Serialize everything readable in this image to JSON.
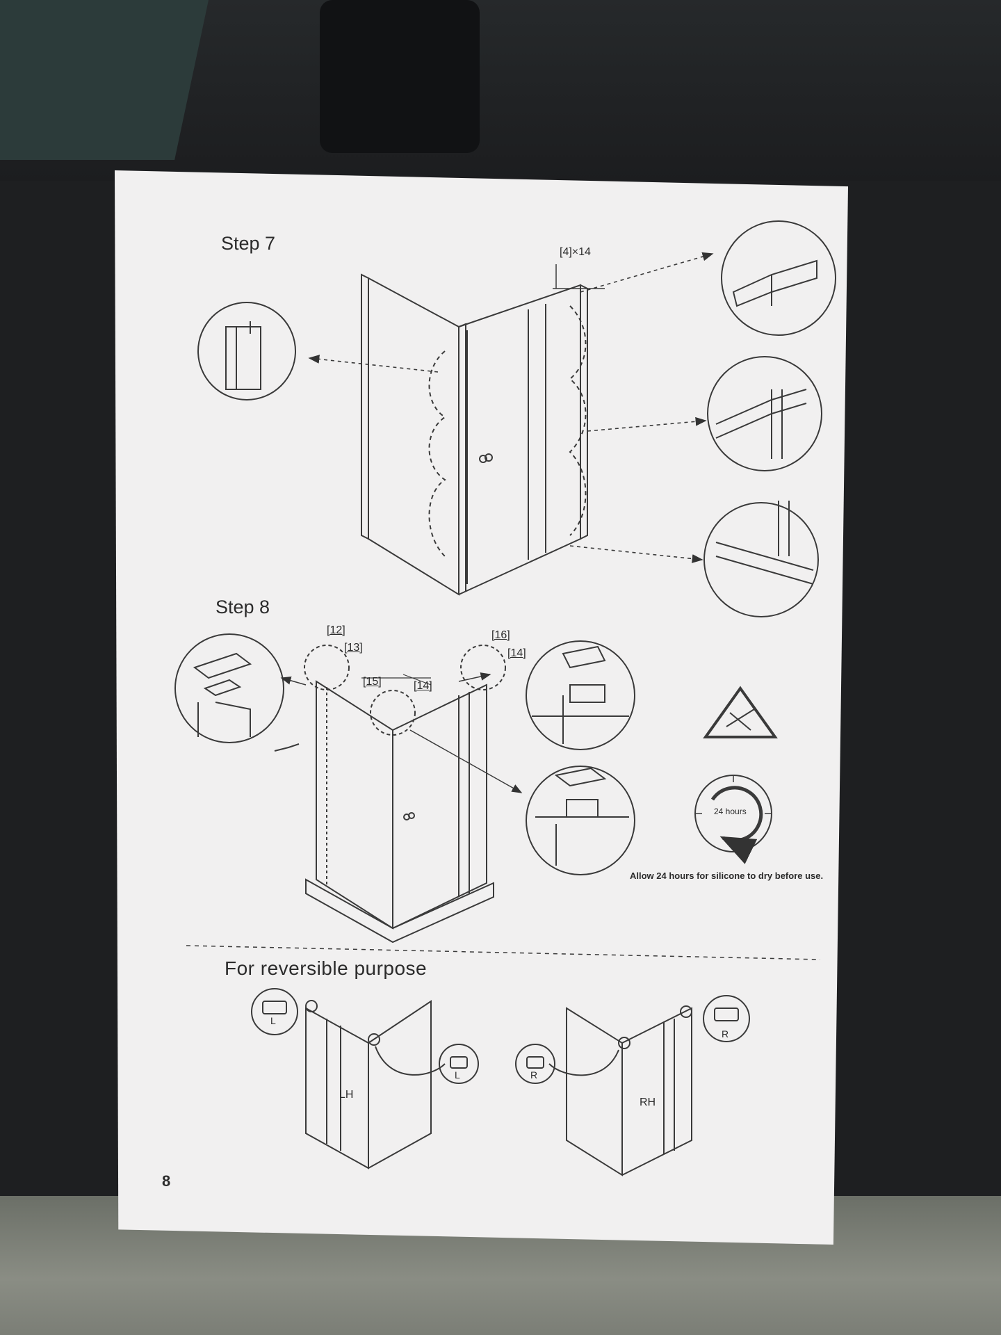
{
  "page": {
    "step7_title": "Step 7",
    "step8_title": "Step 8",
    "reversible_title": "For reversible purpose",
    "page_number": "8"
  },
  "step7": {
    "part_callout": "[4]×14"
  },
  "step8": {
    "parts": [
      "[12]",
      "[13]",
      "[16]",
      "[14]",
      "[15]",
      "[14]"
    ],
    "timer_label": "24 hours",
    "note": "Allow 24 hours for silicone to  dry  before use."
  },
  "reversible": {
    "left_badge": "L",
    "left_small_badge": "L",
    "left_hand": "LH",
    "right_badge": "R",
    "right_small_badge": "R",
    "right_hand": "RH"
  }
}
